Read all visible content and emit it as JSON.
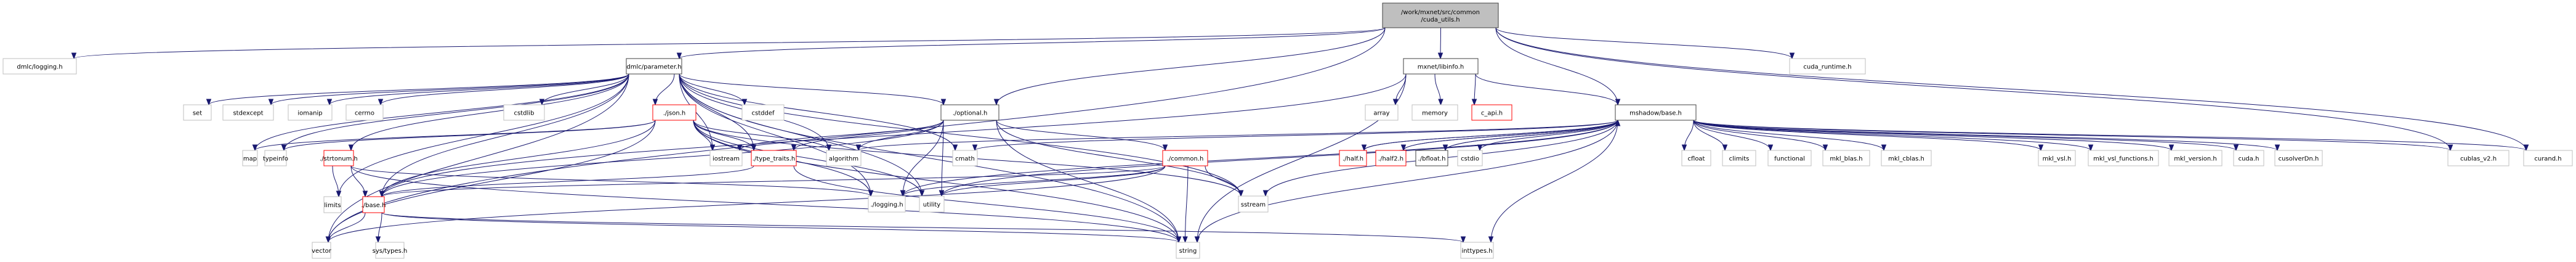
{
  "title": "Include dependency graph for /work/mxnet/src/common/cuda_utils.h",
  "colors": {
    "edge": "#191970",
    "root_fill": "#bfbfbf",
    "root_border": "#404040",
    "documented_border": "#404040",
    "missing_border": "#ff0000",
    "external_border": "#bfbfbf",
    "node_fill": "#ffffff"
  },
  "nodes": [
    {
      "id": "root",
      "label": [
        "/work/mxnet/src/common",
        "/cuda_utils.h"
      ],
      "kind": "root"
    },
    {
      "id": "dmlc_logging",
      "label": [
        "dmlc/logging.h"
      ],
      "kind": "external"
    },
    {
      "id": "dmlc_parameter",
      "label": [
        "dmlc/parameter.h"
      ],
      "kind": "documented"
    },
    {
      "id": "mxnet_libinfo",
      "label": [
        "mxnet/libinfo.h"
      ],
      "kind": "documented"
    },
    {
      "id": "cuda_runtime",
      "label": [
        "cuda_runtime.h"
      ],
      "kind": "external"
    },
    {
      "id": "set",
      "label": [
        "set"
      ],
      "kind": "external"
    },
    {
      "id": "stdexcept",
      "label": [
        "stdexcept"
      ],
      "kind": "external"
    },
    {
      "id": "iomanip",
      "label": [
        "iomanip"
      ],
      "kind": "external"
    },
    {
      "id": "cerrno",
      "label": [
        "cerrno"
      ],
      "kind": "external"
    },
    {
      "id": "cstdlib",
      "label": [
        "cstdlib"
      ],
      "kind": "external"
    },
    {
      "id": "json",
      "label": [
        "./json.h"
      ],
      "kind": "missing"
    },
    {
      "id": "cstddef",
      "label": [
        "cstddef"
      ],
      "kind": "external"
    },
    {
      "id": "optional",
      "label": [
        "./optional.h"
      ],
      "kind": "documented"
    },
    {
      "id": "array",
      "label": [
        "array"
      ],
      "kind": "external"
    },
    {
      "id": "memory",
      "label": [
        "memory"
      ],
      "kind": "external"
    },
    {
      "id": "c_api",
      "label": [
        "c_api.h"
      ],
      "kind": "missing"
    },
    {
      "id": "mshadow_base",
      "label": [
        "mshadow/base.h"
      ],
      "kind": "documented"
    },
    {
      "id": "map",
      "label": [
        "map"
      ],
      "kind": "external"
    },
    {
      "id": "typeinfo",
      "label": [
        "typeinfo"
      ],
      "kind": "external"
    },
    {
      "id": "strtonum",
      "label": [
        "./strtonum.h"
      ],
      "kind": "missing"
    },
    {
      "id": "iostream",
      "label": [
        "iostream"
      ],
      "kind": "external"
    },
    {
      "id": "type_traits",
      "label": [
        "./type_traits.h"
      ],
      "kind": "missing"
    },
    {
      "id": "algorithm",
      "label": [
        "algorithm"
      ],
      "kind": "external"
    },
    {
      "id": "cmath",
      "label": [
        "cmath"
      ],
      "kind": "external"
    },
    {
      "id": "common",
      "label": [
        "./common.h"
      ],
      "kind": "missing"
    },
    {
      "id": "half",
      "label": [
        "./half.h"
      ],
      "kind": "missing"
    },
    {
      "id": "half2",
      "label": [
        "./half2.h"
      ],
      "kind": "missing"
    },
    {
      "id": "bfloat",
      "label": [
        "./bfloat.h"
      ],
      "kind": "documented"
    },
    {
      "id": "cstdio",
      "label": [
        "cstdio"
      ],
      "kind": "external"
    },
    {
      "id": "cfloat",
      "label": [
        "cfloat"
      ],
      "kind": "external"
    },
    {
      "id": "climits",
      "label": [
        "climits"
      ],
      "kind": "external"
    },
    {
      "id": "functional",
      "label": [
        "functional"
      ],
      "kind": "external"
    },
    {
      "id": "mkl_blas",
      "label": [
        "mkl_blas.h"
      ],
      "kind": "external"
    },
    {
      "id": "mkl_cblas",
      "label": [
        "mkl_cblas.h"
      ],
      "kind": "external"
    },
    {
      "id": "mkl_vsl",
      "label": [
        "mkl_vsl.h"
      ],
      "kind": "external"
    },
    {
      "id": "mkl_vsl_functions",
      "label": [
        "mkl_vsl_functions.h"
      ],
      "kind": "external"
    },
    {
      "id": "mkl_version",
      "label": [
        "mkl_version.h"
      ],
      "kind": "external"
    },
    {
      "id": "cuda",
      "label": [
        "cuda.h"
      ],
      "kind": "external"
    },
    {
      "id": "cusolverDn",
      "label": [
        "cusolverDn.h"
      ],
      "kind": "external"
    },
    {
      "id": "cublas_v2",
      "label": [
        "cublas_v2.h"
      ],
      "kind": "external"
    },
    {
      "id": "curand",
      "label": [
        "curand.h"
      ],
      "kind": "external"
    },
    {
      "id": "limits",
      "label": [
        "limits"
      ],
      "kind": "external"
    },
    {
      "id": "base",
      "label": [
        "./base.h"
      ],
      "kind": "missing"
    },
    {
      "id": "logging",
      "label": [
        "./logging.h"
      ],
      "kind": "external"
    },
    {
      "id": "utility",
      "label": [
        "utility"
      ],
      "kind": "external"
    },
    {
      "id": "sstream",
      "label": [
        "sstream"
      ],
      "kind": "external"
    },
    {
      "id": "vector",
      "label": [
        "vector"
      ],
      "kind": "external"
    },
    {
      "id": "sys_types",
      "label": [
        "sys/types.h"
      ],
      "kind": "external"
    },
    {
      "id": "string",
      "label": [
        "string"
      ],
      "kind": "external"
    },
    {
      "id": "inttypes",
      "label": [
        "inttypes.h"
      ],
      "kind": "external"
    }
  ],
  "edges": [
    [
      "root",
      "dmlc_logging"
    ],
    [
      "root",
      "dmlc_parameter"
    ],
    [
      "root",
      "mxnet_libinfo"
    ],
    [
      "root",
      "cuda_runtime"
    ],
    [
      "root",
      "mshadow_base"
    ],
    [
      "root",
      "vector"
    ],
    [
      "root",
      "optional"
    ],
    [
      "root",
      "cublas_v2"
    ],
    [
      "root",
      "curand"
    ],
    [
      "dmlc_parameter",
      "set"
    ],
    [
      "dmlc_parameter",
      "stdexcept"
    ],
    [
      "dmlc_parameter",
      "iomanip"
    ],
    [
      "dmlc_parameter",
      "cerrno"
    ],
    [
      "dmlc_parameter",
      "cstdlib"
    ],
    [
      "dmlc_parameter",
      "json"
    ],
    [
      "dmlc_parameter",
      "cstddef"
    ],
    [
      "dmlc_parameter",
      "optional"
    ],
    [
      "dmlc_parameter",
      "map"
    ],
    [
      "dmlc_parameter",
      "typeinfo"
    ],
    [
      "dmlc_parameter",
      "strtonum"
    ],
    [
      "dmlc_parameter",
      "iostream"
    ],
    [
      "dmlc_parameter",
      "type_traits"
    ],
    [
      "dmlc_parameter",
      "algorithm"
    ],
    [
      "dmlc_parameter",
      "cmath"
    ],
    [
      "dmlc_parameter",
      "limits"
    ],
    [
      "dmlc_parameter",
      "base"
    ],
    [
      "dmlc_parameter",
      "logging"
    ],
    [
      "dmlc_parameter",
      "utility"
    ],
    [
      "dmlc_parameter",
      "sstream"
    ],
    [
      "dmlc_parameter",
      "vector"
    ],
    [
      "dmlc_parameter",
      "string"
    ],
    [
      "json",
      "map"
    ],
    [
      "json",
      "typeinfo"
    ],
    [
      "json",
      "iostream"
    ],
    [
      "json",
      "type_traits"
    ],
    [
      "json",
      "algorithm"
    ],
    [
      "json",
      "base"
    ],
    [
      "json",
      "logging"
    ],
    [
      "json",
      "utility"
    ],
    [
      "json",
      "vector"
    ],
    [
      "json",
      "string"
    ],
    [
      "json",
      "sstream"
    ],
    [
      "optional",
      "iostream"
    ],
    [
      "optional",
      "type_traits"
    ],
    [
      "optional",
      "algorithm"
    ],
    [
      "optional",
      "logging"
    ],
    [
      "optional",
      "utility"
    ],
    [
      "optional",
      "sstream"
    ],
    [
      "optional",
      "string"
    ],
    [
      "optional",
      "base"
    ],
    [
      "optional",
      "common"
    ],
    [
      "mxnet_libinfo",
      "array"
    ],
    [
      "mxnet_libinfo",
      "memory"
    ],
    [
      "mxnet_libinfo",
      "c_api"
    ],
    [
      "mxnet_libinfo",
      "mshadow_base"
    ],
    [
      "mxnet_libinfo",
      "base"
    ],
    [
      "mxnet_libinfo",
      "string"
    ],
    [
      "strtonum",
      "limits"
    ],
    [
      "strtonum",
      "base"
    ],
    [
      "strtonum",
      "string"
    ],
    [
      "strtonum",
      "logging"
    ],
    [
      "type_traits",
      "base"
    ],
    [
      "type_traits",
      "string"
    ],
    [
      "common",
      "logging"
    ],
    [
      "common",
      "utility"
    ],
    [
      "common",
      "sstream"
    ],
    [
      "common",
      "string"
    ],
    [
      "common",
      "vector"
    ],
    [
      "common",
      "base"
    ],
    [
      "base",
      "vector"
    ],
    [
      "base",
      "sys_types"
    ],
    [
      "base",
      "string"
    ],
    [
      "base",
      "inttypes"
    ],
    [
      "mshadow_base",
      "half"
    ],
    [
      "mshadow_base",
      "half2"
    ],
    [
      "mshadow_base",
      "bfloat"
    ],
    [
      "mshadow_base",
      "cstdio"
    ],
    [
      "mshadow_base",
      "cfloat"
    ],
    [
      "mshadow_base",
      "climits"
    ],
    [
      "mshadow_base",
      "functional"
    ],
    [
      "mshadow_base",
      "mkl_blas"
    ],
    [
      "mshadow_base",
      "mkl_cblas"
    ],
    [
      "mshadow_base",
      "mkl_vsl"
    ],
    [
      "mshadow_base",
      "mkl_vsl_functions"
    ],
    [
      "mshadow_base",
      "mkl_version"
    ],
    [
      "mshadow_base",
      "cuda"
    ],
    [
      "mshadow_base",
      "cusolverDn"
    ],
    [
      "mshadow_base",
      "cublas_v2"
    ],
    [
      "mshadow_base",
      "curand"
    ],
    [
      "mshadow_base",
      "algorithm"
    ],
    [
      "mshadow_base",
      "cmath"
    ],
    [
      "mshadow_base",
      "sstream"
    ],
    [
      "mshadow_base",
      "string"
    ],
    [
      "mshadow_base",
      "inttypes"
    ],
    [
      "mshadow_base",
      "logging"
    ],
    [
      "mshadow_base",
      "utility"
    ],
    [
      "half",
      "mshadow_base"
    ],
    [
      "half2",
      "mshadow_base"
    ],
    [
      "bfloat",
      "mshadow_base"
    ]
  ]
}
